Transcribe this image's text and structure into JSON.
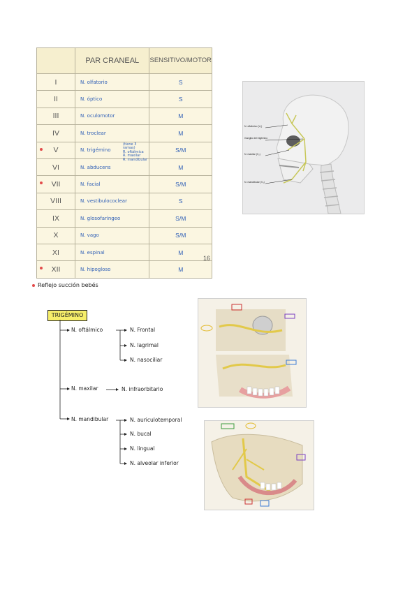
{
  "table": {
    "header_col1": "PAR CRANEAL",
    "header_col2": "SENSITIVO/MOTOR",
    "rows": [
      {
        "num": "I",
        "name": "N. olfatorio",
        "type": "S",
        "marked": false
      },
      {
        "num": "II",
        "name": "N. óptico",
        "type": "S",
        "marked": false
      },
      {
        "num": "III",
        "name": "N. oculomotor",
        "type": "M",
        "marked": false
      },
      {
        "num": "IV",
        "name": "N. troclear",
        "type": "M",
        "marked": false
      },
      {
        "num": "V",
        "name": "N. trigémino",
        "type": "S/M",
        "marked": true
      },
      {
        "num": "VI",
        "name": "N. abducens",
        "type": "M",
        "marked": false
      },
      {
        "num": "VII",
        "name": "N. facial",
        "type": "S/M",
        "marked": true
      },
      {
        "num": "VIII",
        "name": "N. vestibulococlear",
        "type": "S",
        "marked": false
      },
      {
        "num": "IX",
        "name": "N. glosofaríngeo",
        "type": "S/M",
        "marked": false
      },
      {
        "num": "X",
        "name": "N. vago",
        "type": "S/M",
        "marked": false
      },
      {
        "num": "XI",
        "name": "N. espinal",
        "type": "M",
        "marked": false
      },
      {
        "num": "XII",
        "name": "N. hipogloso",
        "type": "M",
        "marked": true
      }
    ],
    "trigemino_note": [
      "(tiene 3 ramas)",
      "R. oftálmica",
      "R. maxilar",
      "R. mandibular"
    ],
    "page_number": "16"
  },
  "skull_labels": {
    "oftalmico": "N. oftálmico (V₁)",
    "ganglio": "Ganglio del trigémino",
    "maxilar": "N. maxilar (V₂)",
    "mandibular": "N. mandibular (V₃)"
  },
  "reflex_note": "Reflejo succión bebés",
  "tree": {
    "root": "TRIGÉMINO",
    "oftalmico": "N. oftálmico",
    "oft_children": [
      "N. Frontal",
      "N. lagrimal",
      "N. nasociliar"
    ],
    "maxilar": "N. maxilar",
    "max_child": "N. infraorbitario",
    "mandibular": "N. mandibular",
    "mand_children": [
      "N. auriculotemporal",
      "N. bucal",
      "N. lingual",
      "N. alveolar inferior"
    ]
  },
  "colors": {
    "accent_red": "#e34b4b",
    "ink_blue": "#2f5fb6",
    "highlight": "#f6ee6a"
  }
}
